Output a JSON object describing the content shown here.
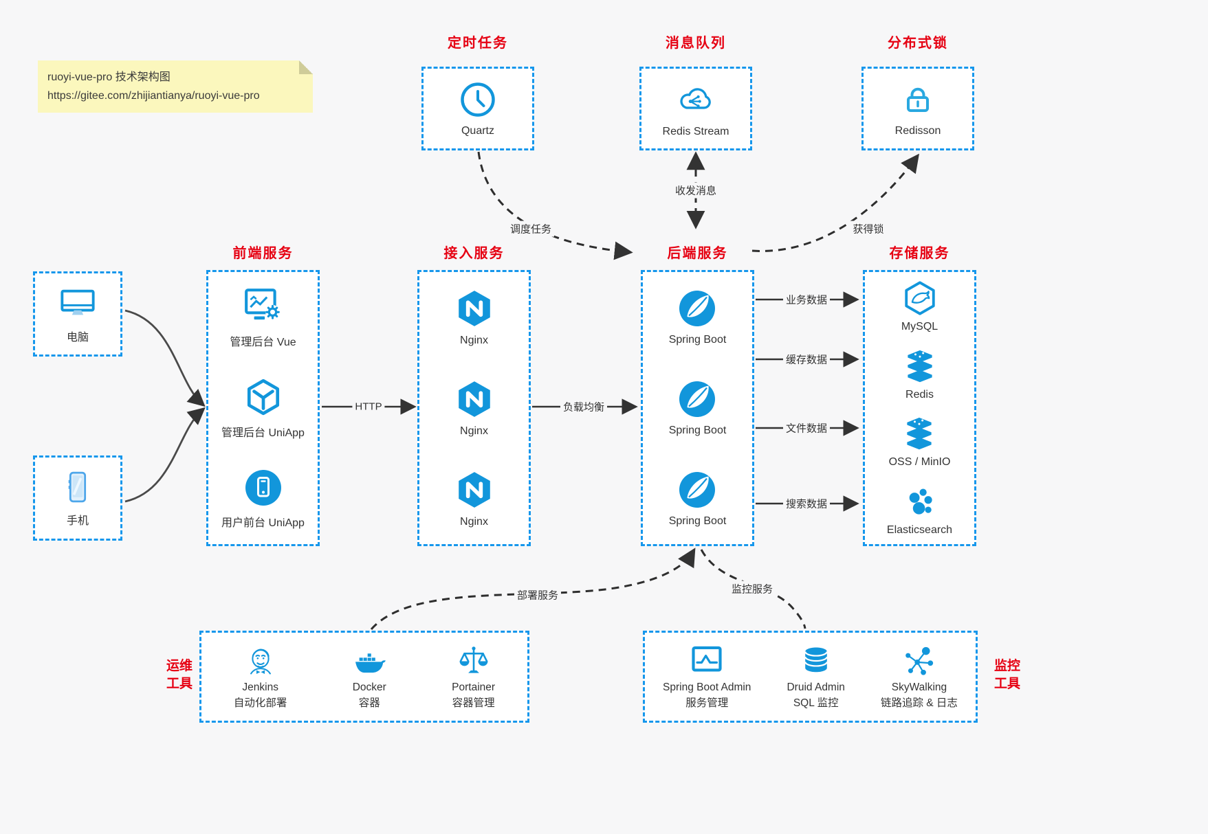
{
  "note": {
    "line1": "ruoyi-vue-pro 技术架构图",
    "line2": "https://gitee.com/zhijiantianya/ruoyi-vue-pro"
  },
  "colors": {
    "accent_blue": "#1296db",
    "box_border_blue": "#1697ec",
    "title_red": "#e60012",
    "text": "#333333",
    "note_bg": "#fbf7bd",
    "canvas_bg": "#f7f7f8"
  },
  "top_services": [
    {
      "title": "定时任务",
      "label": "Quartz",
      "icon": "clock-icon"
    },
    {
      "title": "消息队列",
      "label": "Redis Stream",
      "icon": "cloud-share-icon"
    },
    {
      "title": "分布式锁",
      "label": "Redisson",
      "icon": "lock-icon"
    }
  ],
  "clients": [
    {
      "label": "电脑",
      "icon": "desktop-icon"
    },
    {
      "label": "手机",
      "icon": "phone-icon"
    }
  ],
  "frontend": {
    "title": "前端服务",
    "items": [
      {
        "label": "管理后台 Vue",
        "icon": "admin-vue-icon"
      },
      {
        "label": "管理后台 UniApp",
        "icon": "uniapp-cube-icon"
      },
      {
        "label": "用户前台 UniApp",
        "icon": "user-app-icon"
      }
    ]
  },
  "access": {
    "title": "接入服务",
    "items": [
      {
        "label": "Nginx",
        "icon": "nginx-icon"
      },
      {
        "label": "Nginx",
        "icon": "nginx-icon"
      },
      {
        "label": "Nginx",
        "icon": "nginx-icon"
      }
    ]
  },
  "backend": {
    "title": "后端服务",
    "items": [
      {
        "label": "Spring Boot",
        "icon": "spring-boot-icon"
      },
      {
        "label": "Spring Boot",
        "icon": "spring-boot-icon"
      },
      {
        "label": "Spring Boot",
        "icon": "spring-boot-icon"
      }
    ]
  },
  "storage": {
    "title": "存储服务",
    "items": [
      {
        "label": "MySQL",
        "icon": "mysql-icon"
      },
      {
        "label": "Redis",
        "icon": "redis-icon"
      },
      {
        "label": "OSS / MinIO",
        "icon": "oss-minio-icon"
      },
      {
        "label": "Elasticsearch",
        "icon": "elasticsearch-icon"
      }
    ]
  },
  "ops": {
    "title_lines": [
      "运维",
      "工具"
    ],
    "items": [
      {
        "name": "Jenkins",
        "desc": "自动化部署",
        "icon": "jenkins-icon"
      },
      {
        "name": "Docker",
        "desc": "容器",
        "icon": "docker-icon"
      },
      {
        "name": "Portainer",
        "desc": "容器管理",
        "icon": "portainer-icon"
      }
    ]
  },
  "monitoring": {
    "title_lines": [
      "监控",
      "工具"
    ],
    "items": [
      {
        "name": "Spring Boot Admin",
        "desc": "服务管理",
        "icon": "spring-boot-admin-icon"
      },
      {
        "name": "Druid Admin",
        "desc": "SQL 监控",
        "icon": "druid-icon"
      },
      {
        "name": "SkyWalking",
        "desc": "链路追踪 & 日志",
        "icon": "skywalking-icon"
      }
    ]
  },
  "edges": {
    "http": "HTTP",
    "load_balance": "负载均衡",
    "business_data": "业务数据",
    "cache_data": "缓存数据",
    "file_data": "文件数据",
    "search_data": "搜索数据",
    "schedule": "调度任务",
    "message": "收发消息",
    "lock": "获得锁",
    "deploy": "部署服务",
    "monitor": "监控服务"
  }
}
